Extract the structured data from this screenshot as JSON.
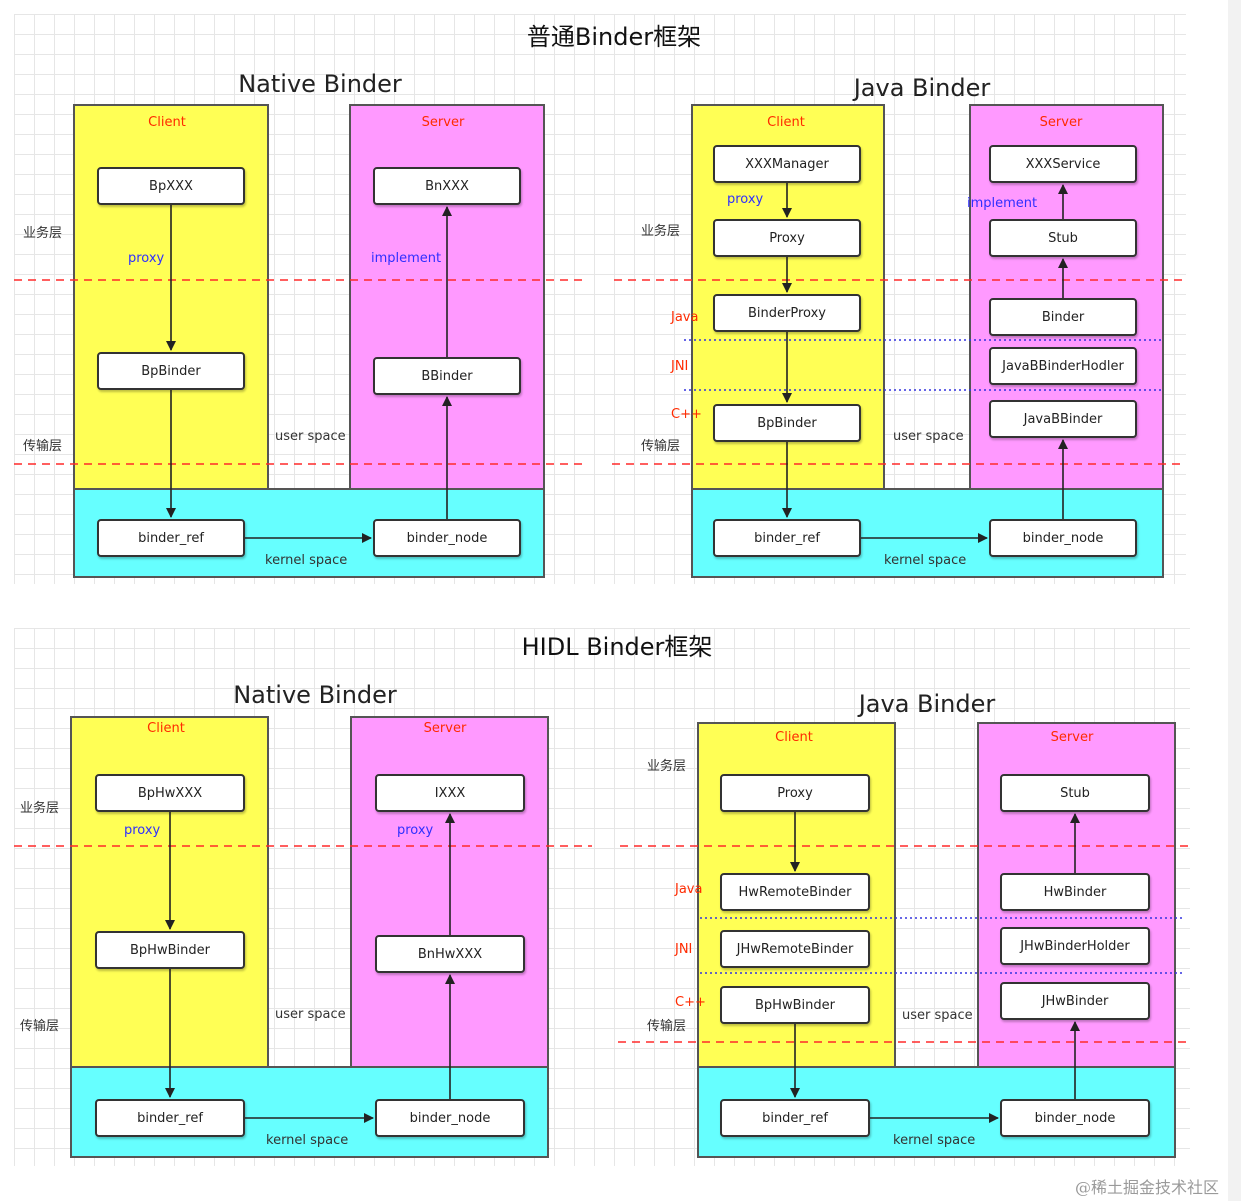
{
  "top_title": "普通Binder框架",
  "bottom_title": "HIDL Binder框架",
  "labels": {
    "client": "Client",
    "server": "Server",
    "user_space": "user space",
    "kernel_space": "kernel space",
    "biz_layer": "业务层",
    "transport_layer": "传输层",
    "proxy": "proxy",
    "implement": "implement",
    "java": "Java",
    "jni": "JNI",
    "cpp": "C++",
    "binder_ref": "binder_ref",
    "binder_node": "binder_node"
  },
  "normal_native": {
    "title": "Native Binder",
    "client_nodes": [
      "BpXXX",
      "BpBinder"
    ],
    "server_nodes": [
      "BnXXX",
      "BBinder"
    ]
  },
  "normal_java": {
    "title": "Java Binder",
    "client_nodes": [
      "XXXManager",
      "Proxy",
      "BinderProxy",
      "BpBinder"
    ],
    "server_nodes": [
      "XXXService",
      "Stub",
      "Binder",
      "JavaBBinderHodler",
      "JavaBBinder"
    ]
  },
  "hidl_native": {
    "title": "Native Binder",
    "client_nodes": [
      "BpHwXXX",
      "BpHwBinder"
    ],
    "server_nodes": [
      "IXXX",
      "BnHwXXX"
    ]
  },
  "hidl_java": {
    "title": "Java Binder",
    "client_nodes": [
      "Proxy",
      "HwRemoteBinder",
      "JHwRemoteBinder",
      "BpHwBinder"
    ],
    "server_nodes": [
      "Stub",
      "HwBinder",
      "JHwBinderHolder",
      "JHwBinder"
    ]
  },
  "watermark": "@稀土掘金技术社区",
  "colors": {
    "client": "#ffff55",
    "server": "#ff99ff",
    "kernel": "#66ffff",
    "panel_label": "#ff2a00",
    "annotation": "#2f2fff",
    "layer_divider": "#ff2a2a",
    "jni_divider": "#3333dd"
  }
}
